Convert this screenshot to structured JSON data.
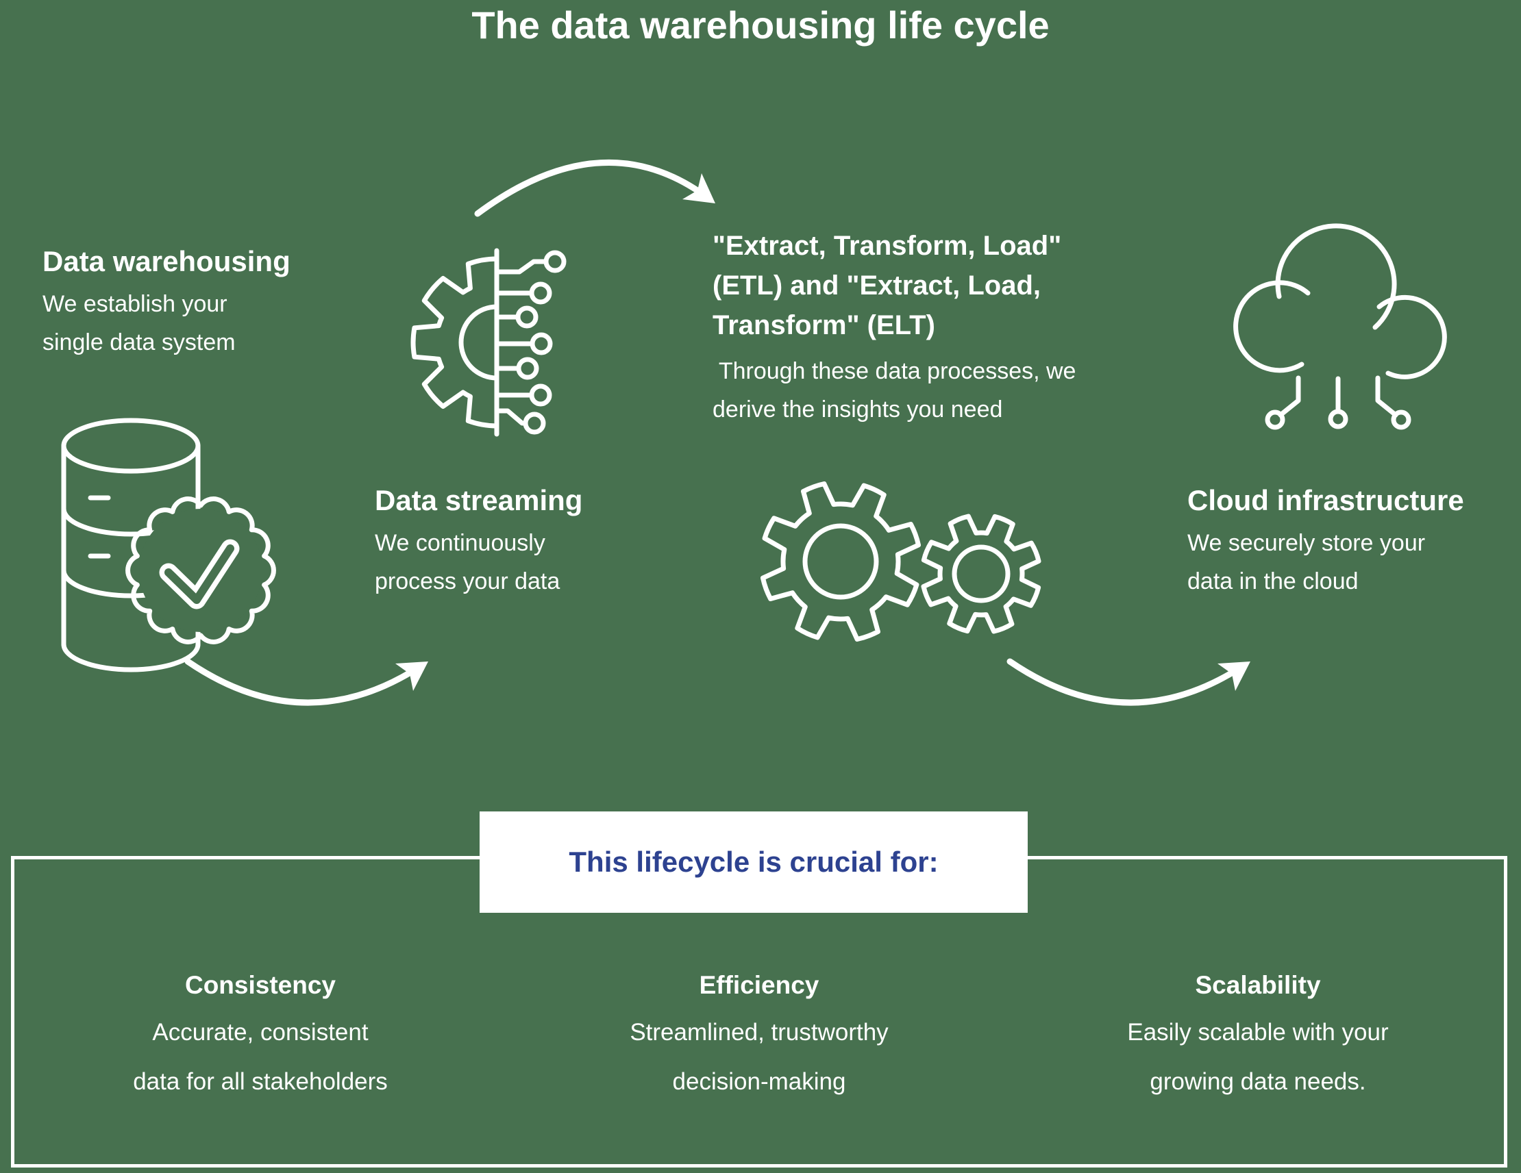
{
  "title": "The data warehousing life cycle",
  "colors": {
    "background": "#47714f",
    "text": "#ffffff",
    "accent_blue": "#2d4290",
    "panel": "#ffffff"
  },
  "icons": {
    "stage1": "database-check-icon",
    "stage2": "gear-circuit-icon",
    "stage3": "gears-icon",
    "stage4": "cloud-network-icon",
    "connectors": "curved-arrow-icon"
  },
  "stages": [
    {
      "title": "Data warehousing",
      "lines": [
        "We establish your",
        "single data system"
      ]
    },
    {
      "title": "Data streaming",
      "lines": [
        "We continuously",
        "process your data"
      ]
    },
    {
      "title_lines": [
        "\"Extract, Transform, Load\"",
        "(ETL) and \"Extract, Load,",
        "Transform\" (ELT)"
      ],
      "lines": [
        " Through these data processes, we",
        "derive the insights you need"
      ]
    },
    {
      "title": "Cloud infrastructure",
      "lines": [
        "We securely store your",
        "data in the cloud"
      ]
    }
  ],
  "banner": {
    "heading": "This lifecycle is crucial for:"
  },
  "benefits": [
    {
      "title": "Consistency",
      "lines": [
        "Accurate, consistent",
        "data for all stakeholders"
      ]
    },
    {
      "title": "Efficiency",
      "lines": [
        "Streamlined, trustworthy",
        "decision-making"
      ]
    },
    {
      "title": "Scalability",
      "lines": [
        "Easily scalable with your",
        "growing data needs."
      ]
    }
  ]
}
